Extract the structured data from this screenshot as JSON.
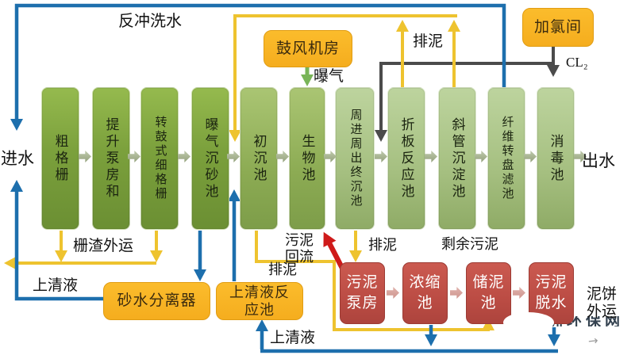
{
  "diagram": {
    "title_note": "wastewater treatment plant process flow diagram",
    "stages": [
      {
        "label": "粗格栅"
      },
      {
        "label": "提升泵房和"
      },
      {
        "label": "转鼓式细格栅"
      },
      {
        "label": "曝气沉砂池"
      },
      {
        "label": "初沉池"
      },
      {
        "label": "生物池"
      },
      {
        "label": "周进周出终沉池"
      },
      {
        "label": "折板反应池"
      },
      {
        "label": "斜管沉淀池"
      },
      {
        "label": "纤维转盘滤池"
      },
      {
        "label": "消毒池"
      }
    ],
    "sludge_units": [
      {
        "label": "污泥泵房"
      },
      {
        "label": "浓缩池"
      },
      {
        "label": "储泥池"
      },
      {
        "label": "污泥脱水"
      }
    ],
    "aux_units": {
      "blower_room": "鼓风机房",
      "chlorination_room": "加氯间",
      "sand_water_separator": "砂水分离器",
      "supernatant_reaction_tank": "上清液反应池"
    },
    "labels": {
      "influent": "进水",
      "effluent": "出水",
      "backwash_water": "反冲洗水",
      "aeration": "曝气",
      "chlorine": "CL₂",
      "sludge_discharge_top": "排泥",
      "screenings_out": "栅渣外运",
      "supernatant_left": "上清液",
      "sludge_discharge_mid": "排泥",
      "sludge_return": "污泥回流",
      "sludge_discharge_pump": "排泥",
      "excess_sludge": "剩余污泥",
      "supernatant_bottom": "上清液",
      "sludge_cake_out": "泥饼外运",
      "watermark": "亚洲环保网",
      "watermark_arrow": "→"
    },
    "colors": {
      "water_line_blue": "#1d6fad",
      "sludge_line_yellow": "#eec32f",
      "chlorine_line_dark": "#4b4b4b",
      "aeration_line_green": "#79b558",
      "return_line_red": "#cf1a1a",
      "stage_green_dark": "#7ba03c",
      "stage_green_light": "#a5bf80",
      "sludge_box_red": "#bb4c44",
      "aux_box_yellow": "#f5ad1e"
    }
  }
}
